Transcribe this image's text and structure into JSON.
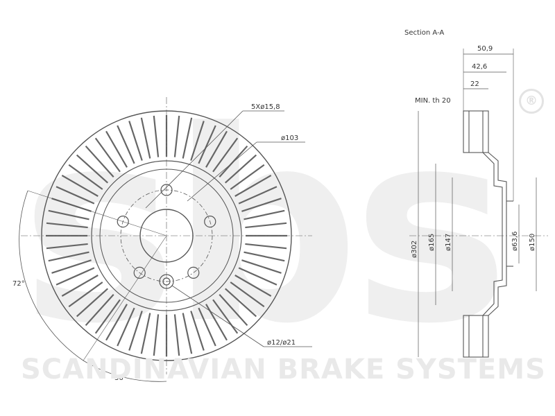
{
  "watermark": {
    "logo": "sbs",
    "registered": "®",
    "tagline": "SCANDINAVIAN BRAKE SYSTEMS"
  },
  "front_view": {
    "bolt_holes_label": "5Xø15,8",
    "pcd_label": "ø103",
    "stud_label": "ø12/ø21",
    "angle_a_label": "72°",
    "angle_b_label": "36°"
  },
  "section": {
    "title": "Section  A-A",
    "width_total": "50,9",
    "width_hat": "42,6",
    "width_disc": "22",
    "min_thickness": "MIN. th  20",
    "dia_outer": "ø302",
    "dia_165": "ø165",
    "dia_147": "ø147",
    "dia_center": "ø63,6",
    "dia_150": "ø150"
  },
  "colors": {
    "line": "#555555",
    "watermark": "#e9e9e9"
  }
}
